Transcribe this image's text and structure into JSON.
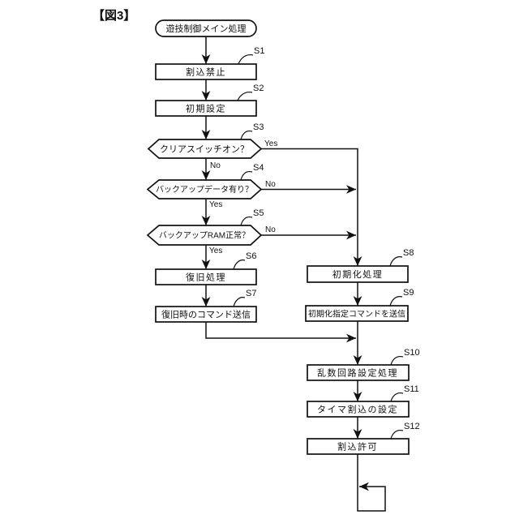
{
  "figure": {
    "title": "【図3】"
  },
  "flowchart": {
    "start": {
      "label": "遊技制御メイン処理",
      "type": "terminal"
    },
    "steps": {
      "s1": {
        "ref": "S1",
        "label": "割込禁止",
        "type": "process"
      },
      "s2": {
        "ref": "S2",
        "label": "初期設定",
        "type": "process"
      },
      "s3": {
        "ref": "S3",
        "label": "クリアスイッチオン？",
        "type": "decision",
        "right_branch": "Yes",
        "down_branch": "No"
      },
      "s4": {
        "ref": "S4",
        "label": "バックアップデータ有り？",
        "type": "decision",
        "right_branch": "No",
        "down_branch": "Yes"
      },
      "s5": {
        "ref": "S5",
        "label": "バックアップRAM正常？",
        "type": "decision",
        "right_branch": "No",
        "down_branch": "Yes"
      },
      "s6": {
        "ref": "S6",
        "label": "復旧処理",
        "type": "process"
      },
      "s7": {
        "ref": "S7",
        "label": "復旧時のコマンド送信",
        "type": "process"
      },
      "s8": {
        "ref": "S8",
        "label": "初期化処理",
        "type": "process"
      },
      "s9": {
        "ref": "S9",
        "label": "初期化指定コマンドを送信",
        "type": "process"
      },
      "s10": {
        "ref": "S10",
        "label": "乱数回路設定処理",
        "type": "process"
      },
      "s11": {
        "ref": "S11",
        "label": "タイマ割込の設定",
        "type": "process"
      },
      "s12": {
        "ref": "S12",
        "label": "割込許可",
        "type": "process"
      }
    },
    "colors": {
      "line": "#111111",
      "background": "#ffffff"
    }
  }
}
